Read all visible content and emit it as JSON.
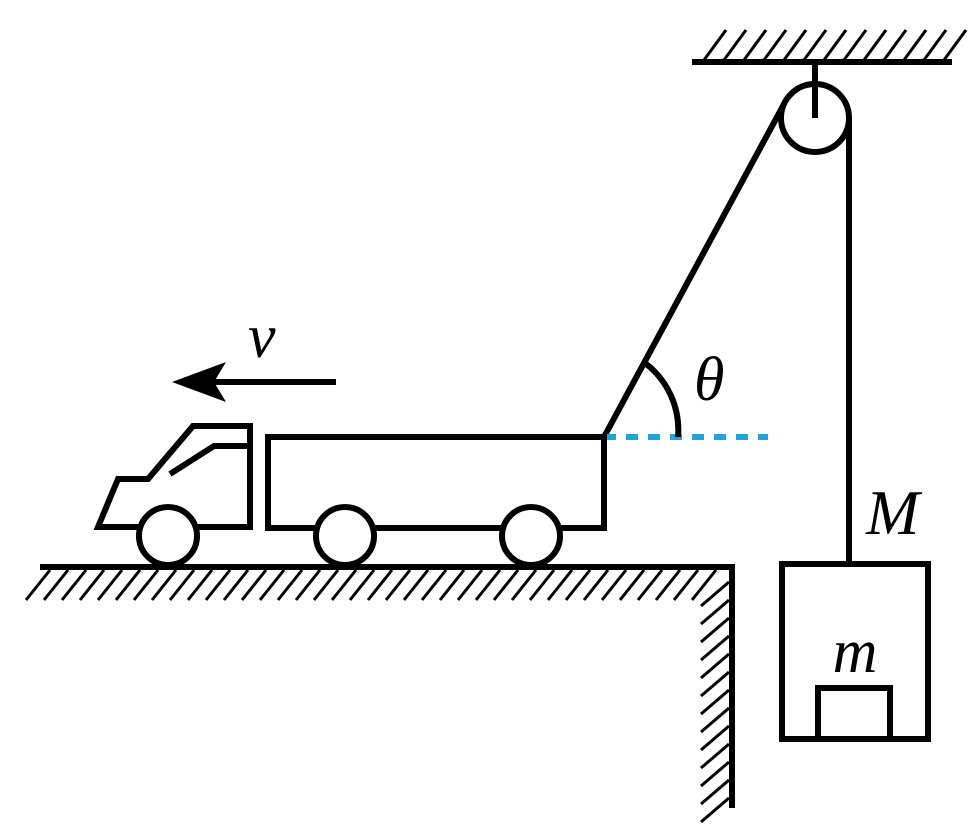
{
  "labels": {
    "velocity": "v",
    "angle": "θ",
    "elevator_mass": "M",
    "block_mass": "m"
  },
  "colors": {
    "ink": "#000000",
    "horizontal_reference": "#1aa7e0"
  }
}
